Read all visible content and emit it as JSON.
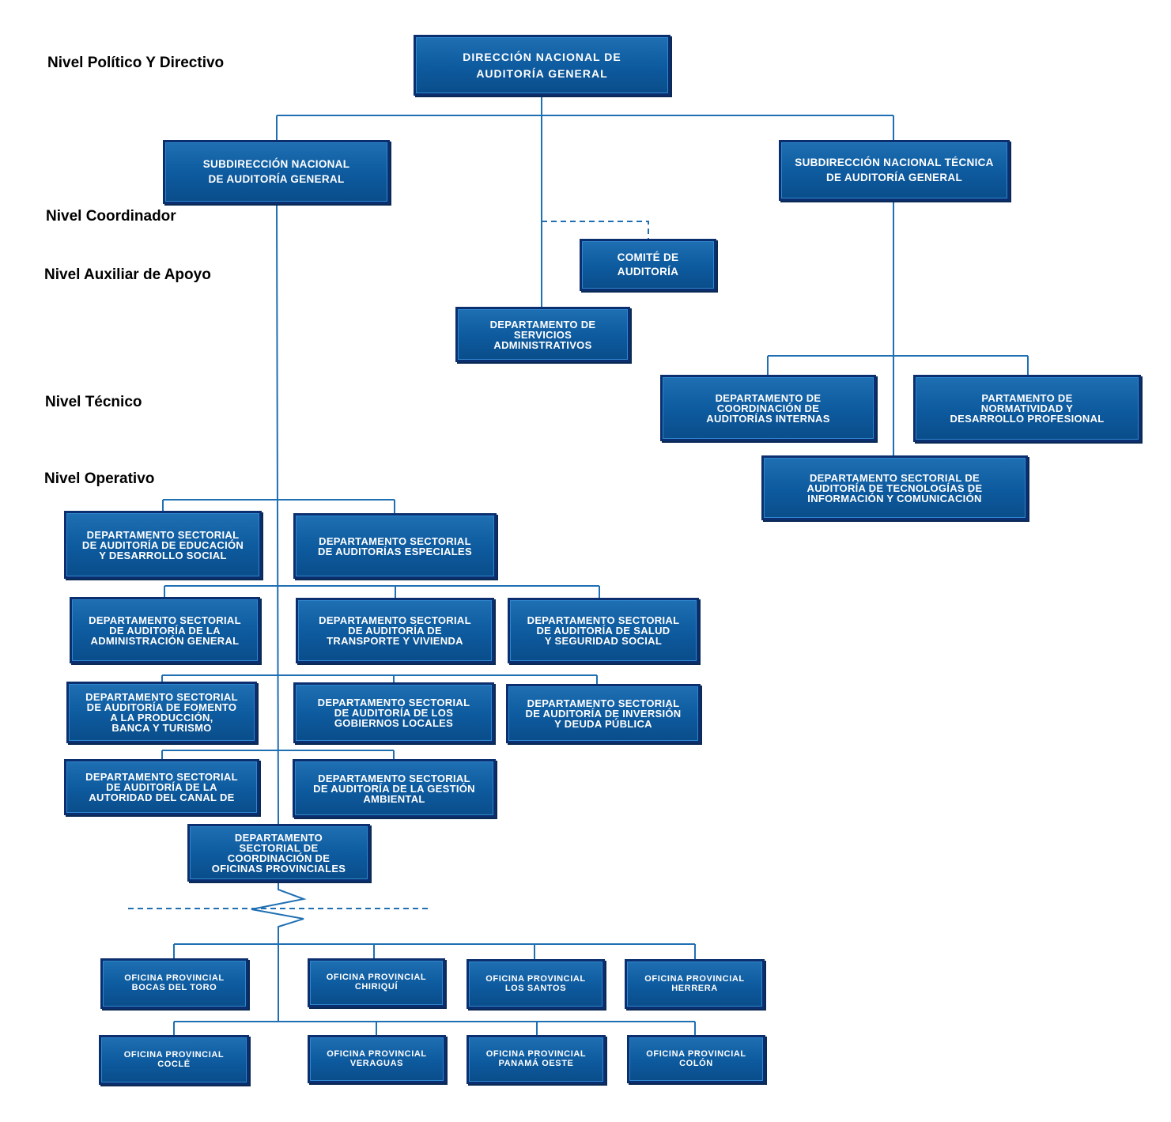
{
  "levels": {
    "politico": "Nivel Político Y Directivo",
    "coordinador": "Nivel Coordinador",
    "auxiliar": "Nivel Auxiliar  de Apoyo",
    "tecnico": "Nivel Técnico",
    "operativo": "Nivel Operativo"
  },
  "colors": {
    "box": "#0d5a9e",
    "border": "#0b2f6e",
    "line": "#1f6fb3"
  },
  "units": {
    "direccion": "DIRECCIÓN  NACIONAL  DE\nAUDITORÍA  GENERAL",
    "subdir_general": "SUBDIRECCIÓN NACIONAL\nDE AUDITORÍA GENERAL",
    "subdir_tecnica": "SUBDIRECCIÓN NACIONAL TÉCNICA\nDE AUDITORÍA GENERAL",
    "comite": "COMITÉ DE\nAUDITORÍA",
    "servicios": "DEPARTAMENTO  DE\nSERVICIOS\nADMINISTRATIVOS",
    "coord_internas": "DEPARTAMENTO  DE\nCOORDINACIÓN DE\nAUDITORÍAS INTERNAS",
    "normatividad": "PARTAMENTO DE\nNORMATIVIDAD Y\nDESARROLLO  PROFESIONAL",
    "tecnologias": "DEPARTAMENTO SECTORIAL DE\nAUDITORÍA DE TECNOLOGÍAS DE\nINFORMACIÓN Y COMUNICACIÓN",
    "educacion": "DEPARTAMENTO SECTORIAL\nDE AUDITORÍA DE EDUCACIÓN\nY DESARROLLO SOCIAL",
    "especiales": "DEPARTAMENTO SECTORIAL\nDE AUDITORÍAS ESPECIALES",
    "administracion": "DEPARTAMENTO SECTORIAL\nDE AUDITORÍA DE LA\nADMINISTRACIÓN GENERAL",
    "transporte": "DEPARTAMENTO SECTORIAL\nDE AUDITORÍA DE\nTRANSPORTE Y VIVIENDA",
    "salud": "DEPARTAMENTO SECTORIAL\nDE AUDITORÍA DE SALUD\nY SEGURIDAD SOCIAL",
    "fomento": "DEPARTAMENTO SECTORIAL\nDE AUDITORÍA DE FOMENTO\nA LA PRODUCCIÓN,\nBANCA Y TURISMO",
    "gobiernos": "DEPARTAMENTO SECTORIAL\nDE AUDITORÍA DE LOS\nGOBIERNOS LOCALES",
    "inversion": "DEPARTAMENTO SECTORIAL\nDE AUDITORÍA DE INVERSIÓN\nY DEUDA PÚBLICA",
    "canal": "DEPARTAMENTO SECTORIAL\nDE AUDITORÍA DE LA\nAUTORIDAD DEL CANAL DE",
    "ambiental": "DEPARTAMENTO SECTORIAL\nDE AUDITORÍA DE LA GESTIÓN\nAMBIENTAL",
    "coord_provinciales": "DEPARTAMENTO\nSECTORIAL DE\nCOORDINACIÓN DE\nOFICINAS PROVINCIALES",
    "bocas": "OFICINA  PROVINCIAL\nBOCAS  DEL  TORO",
    "chiriqui": "OFICINA  PROVINCIAL\nCHIRIQUÍ",
    "los_santos": "OFICINA  PROVINCIAL\nLOS  SANTOS",
    "herrera": "OFICINA  PROVINCIAL\nHERRERA",
    "cocle": "OFICINA  PROVINCIAL\nCOCLÉ",
    "veraguas": "OFICINA  PROVINCIAL\nVERAGUAS",
    "panama_oeste": "OFICINA  PROVINCIAL\nPANAMÁ  OESTE",
    "colon": "OFICINA  PROVINCIAL\nCOLÓN"
  }
}
